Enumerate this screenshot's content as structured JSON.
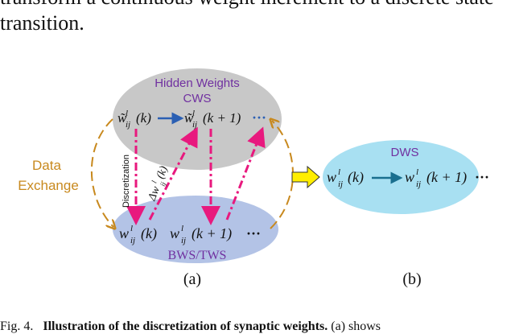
{
  "intro_line_1": "transform a continuous weight increment to a discrete state",
  "intro_line_2": "transition.",
  "figure": {
    "top_ellipse": {
      "title": "Hidden Weights",
      "subtitle": "CWS"
    },
    "bottom_ellipse": {
      "label": "BWS/TWS"
    },
    "right_ellipse": {
      "label": "DWS"
    },
    "data_exchange": [
      "Data",
      "Exchange"
    ],
    "discretization_label": "Discretization",
    "delta_label": "Δw",
    "top_terms": {
      "w1": "w̃",
      "w1_arg": "(k)",
      "w2": "w̃",
      "w2_arg": "(k + 1)",
      "dots": "···"
    },
    "bottom_terms": {
      "w1": "w",
      "w1_arg": "(k)",
      "w2": "w",
      "w2_arg": "(k + 1)",
      "dots": "···"
    },
    "right_terms": {
      "w1": "w",
      "w1_arg": "(k)",
      "w2": "w",
      "w2_arg": "(k + 1)",
      "dots": "···"
    },
    "sub_ij": "ij",
    "sup_l": "l",
    "panel_a": "(a)",
    "panel_b": "(b)",
    "colors": {
      "top_fill": "#c8c8c8",
      "bottom_fill": "#b3c3e6",
      "right_fill": "#a8e0f2",
      "magenta": "#e8197e",
      "orange": "#c8891e",
      "arrow_blue": "#2b5fb3",
      "yellow": "#ffee00"
    }
  },
  "caption": {
    "fig_label": "Fig. 4.",
    "bold_text": "Illustration of the discretization of synaptic weights.",
    "rest": "(a) shows"
  }
}
